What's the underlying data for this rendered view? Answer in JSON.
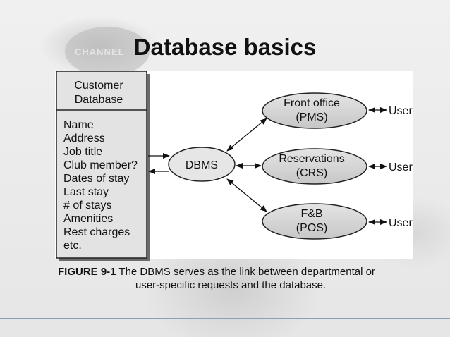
{
  "slide": {
    "title": "Database basics",
    "background_text": "CHANNEL"
  },
  "diagram": {
    "database_box": {
      "header_line1": "Customer",
      "header_line2": "Database",
      "fields": [
        "Name",
        "Address",
        "Job title",
        "Club member?",
        "Dates of stay",
        "Last stay",
        "# of stays",
        "Amenities",
        "Rest charges",
        "etc."
      ]
    },
    "dbms": {
      "label": "DBMS"
    },
    "departments": [
      {
        "line1": "Front office",
        "line2": "(PMS)",
        "user_label": "User"
      },
      {
        "line1": "Reservations",
        "line2": "(CRS)",
        "user_label": "User"
      },
      {
        "line1": "F&B",
        "line2": "(POS)",
        "user_label": "User"
      }
    ]
  },
  "caption": {
    "figure_label": "FIGURE 9-1",
    "text_line1": "The DBMS serves as the link between departmental or",
    "text_line2": "user-specific requests and the database."
  }
}
